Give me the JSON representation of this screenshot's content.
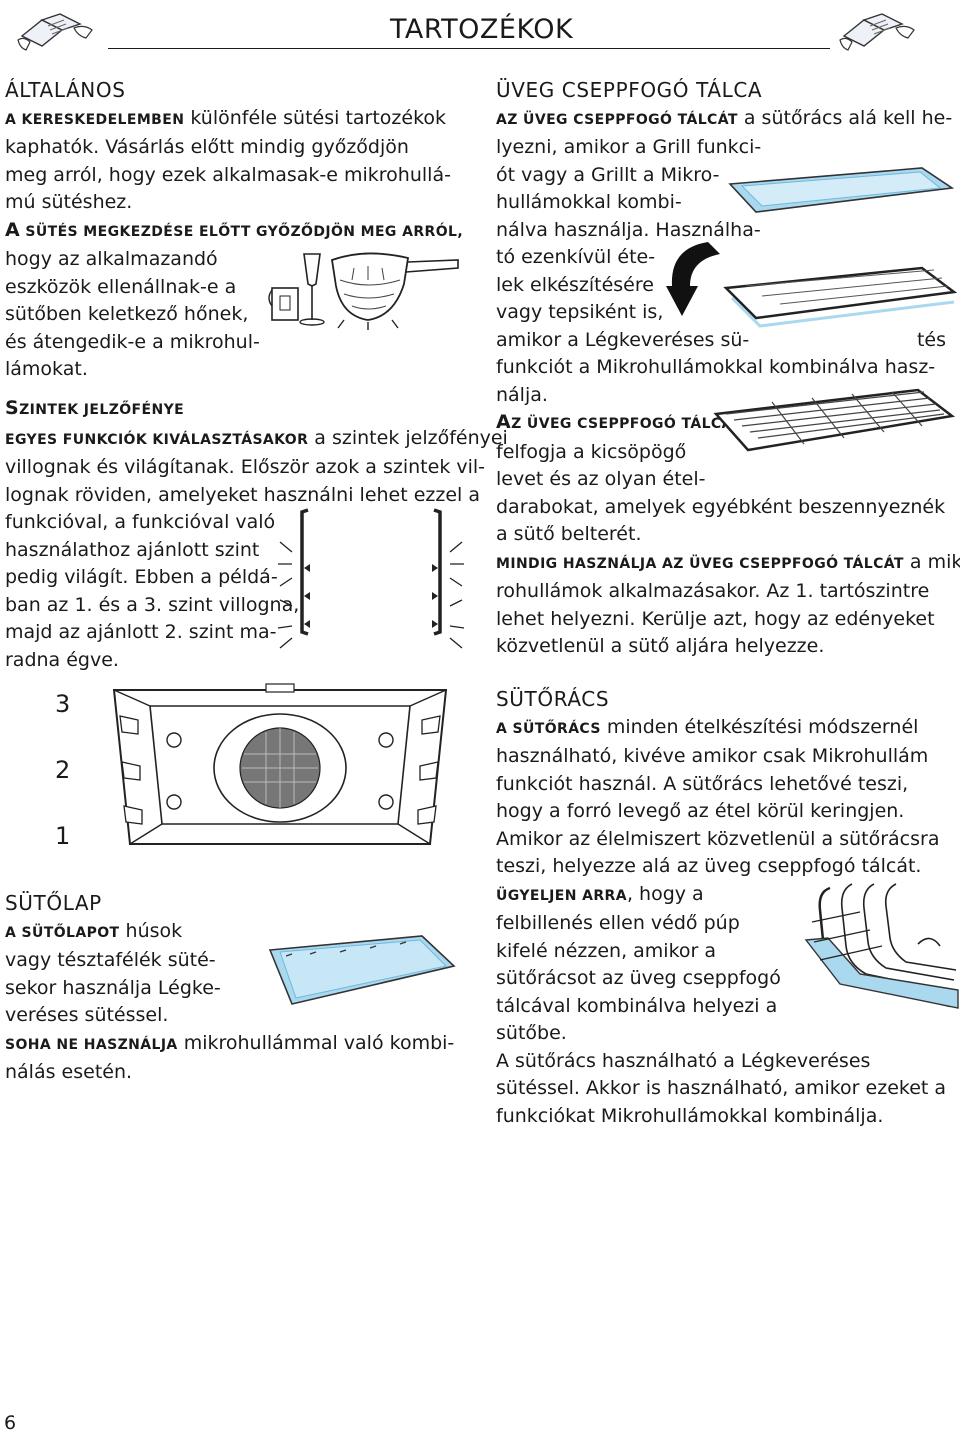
{
  "header": {
    "title": "TARTOZÉKOK",
    "page_number": "6"
  },
  "left": {
    "general": {
      "heading": "ÁLTALÁNOS",
      "lead1": "A kereskedelemben",
      "l1": " különféle sütési tartozékok",
      "l2": "kaphatók. Vásárlás előtt mindig győződjön",
      "l3": "meg arról, hogy ezek alkalmasak-e mikrohullá-",
      "l4": "mú sütéshez.",
      "lead2": "A sütés megkezdése előtt győződjön meg arról,",
      "l5": "hogy az alkalmazandó",
      "l6": "eszközök ellenállnak-e a",
      "l7": "sütőben keletkező hőnek,",
      "l8": "és átengedik-e a mikrohul-",
      "l9": "lámokat."
    },
    "levels": {
      "heading": "Szintek jelzőfénye",
      "lead": "Egyes funkciók kiválasztásakor",
      "l1": " a szintek jelzőfényei",
      "l2": "villognak és világítanak. Először azok a szintek vil-",
      "l3": "lognak röviden, amelyeket használni lehet ezzel a",
      "l4": "funkcióval, a funkcióval való",
      "l5": "használathoz ajánlott szint",
      "l6": "pedig világít. Ebben a példá-",
      "l7": "ban az 1. és a 3. szint villogna,",
      "l8": "majd az ajánlott 2. szint ma-",
      "l9": "radna égve."
    },
    "oven_levels": [
      "3",
      "2",
      "1"
    ],
    "baking_tray": {
      "heading": "SÜTŐLAP",
      "lead": "A sütőlapot",
      "l1": " húsok",
      "l2": "vagy tésztafélék süté-",
      "l3": "sekor használja Légke-",
      "l4": "veréses sütéssel.",
      "lead2": "Soha ne használja",
      "l5": " mikrohullámmal való kombi-",
      "l6": "nálás esetén."
    }
  },
  "right": {
    "drip_tray": {
      "heading": "ÜVEG CSEPPFOGÓ TÁLCA",
      "lead": "Az üveg cseppfogó tálcát",
      "l1": " a sütőrács alá kell he-",
      "l2": "lyezni, amikor a Grill funkci-",
      "l3": "ót vagy a Grillt a Mikro-",
      "l4": "hullámokkal kombi-",
      "l5": "nálva használja. Használha-",
      "l6": "tó ezenkívül éte-",
      "l7": "lek elkészítésére",
      "l8": "vagy tepsiként is,",
      "l9a": "amikor a Légkeveréses sü-",
      "l9b": "tés",
      "l10": "funkciót a Mikrohullámokkal kombinálva hasz-",
      "l11": "nálja.",
      "lead2": "Az üveg cseppfogó tálca",
      "l12": "felfogja a kicsöpögő",
      "l13": "levet és az olyan étel-",
      "l14": "darabokat, amelyek egyébként beszennyeznék",
      "l15": "a sütő belterét.",
      "lead3": "Mindig használja az üveg cseppfogó tálcát",
      "l16": " a mik-",
      "l17": "rohullámok alkalmazásakor. Az 1. tartószintre",
      "l18": "lehet helyezni. Kerülje azt, hogy az edényeket",
      "l19": "közvetlenül a sütő aljára helyezze."
    },
    "rack": {
      "heading": "SÜTŐRÁCS",
      "lead": "A sütőrács",
      "l1": " minden ételkészítési módszernél",
      "l2": "használható, kivéve amikor csak Mikrohullám",
      "l3": "funkciót használ. A sütőrács lehetővé teszi,",
      "l4": "hogy a forró levegő az étel körül keringjen.",
      "l5": "Amikor az élelmiszert közvetlenül a sütőrácsra",
      "l6": "teszi, helyezze alá az üveg cseppfogó tálcát.",
      "lead2": "Ügyeljen arra",
      "l7": ", hogy a",
      "l8": "felbillenés ellen védő púp",
      "l9": "kifelé nézzen, amikor a",
      "l10": "sütőrácsot az üveg cseppfogó",
      "l11": "tálcával kombinálva helyezi a",
      "l12": "sütőbe.",
      "l13": "A sütőrács használható a Légkeveréses",
      "l14": "sütéssel. Akkor is használható, amikor ezeket a",
      "l15": "funkciókat Mikrohullámokkal kombinálja."
    }
  },
  "colors": {
    "text": "#1a1a1a",
    "tray_blue": "#a9d8ef",
    "tray_blue_dark": "#6fb8dc",
    "page_bg": "#ffffff"
  },
  "icons": [
    "book-hands-icon",
    "cookware-icon",
    "curved-arrow-icon",
    "oven-cavity-icon",
    "level-light-icon"
  ]
}
